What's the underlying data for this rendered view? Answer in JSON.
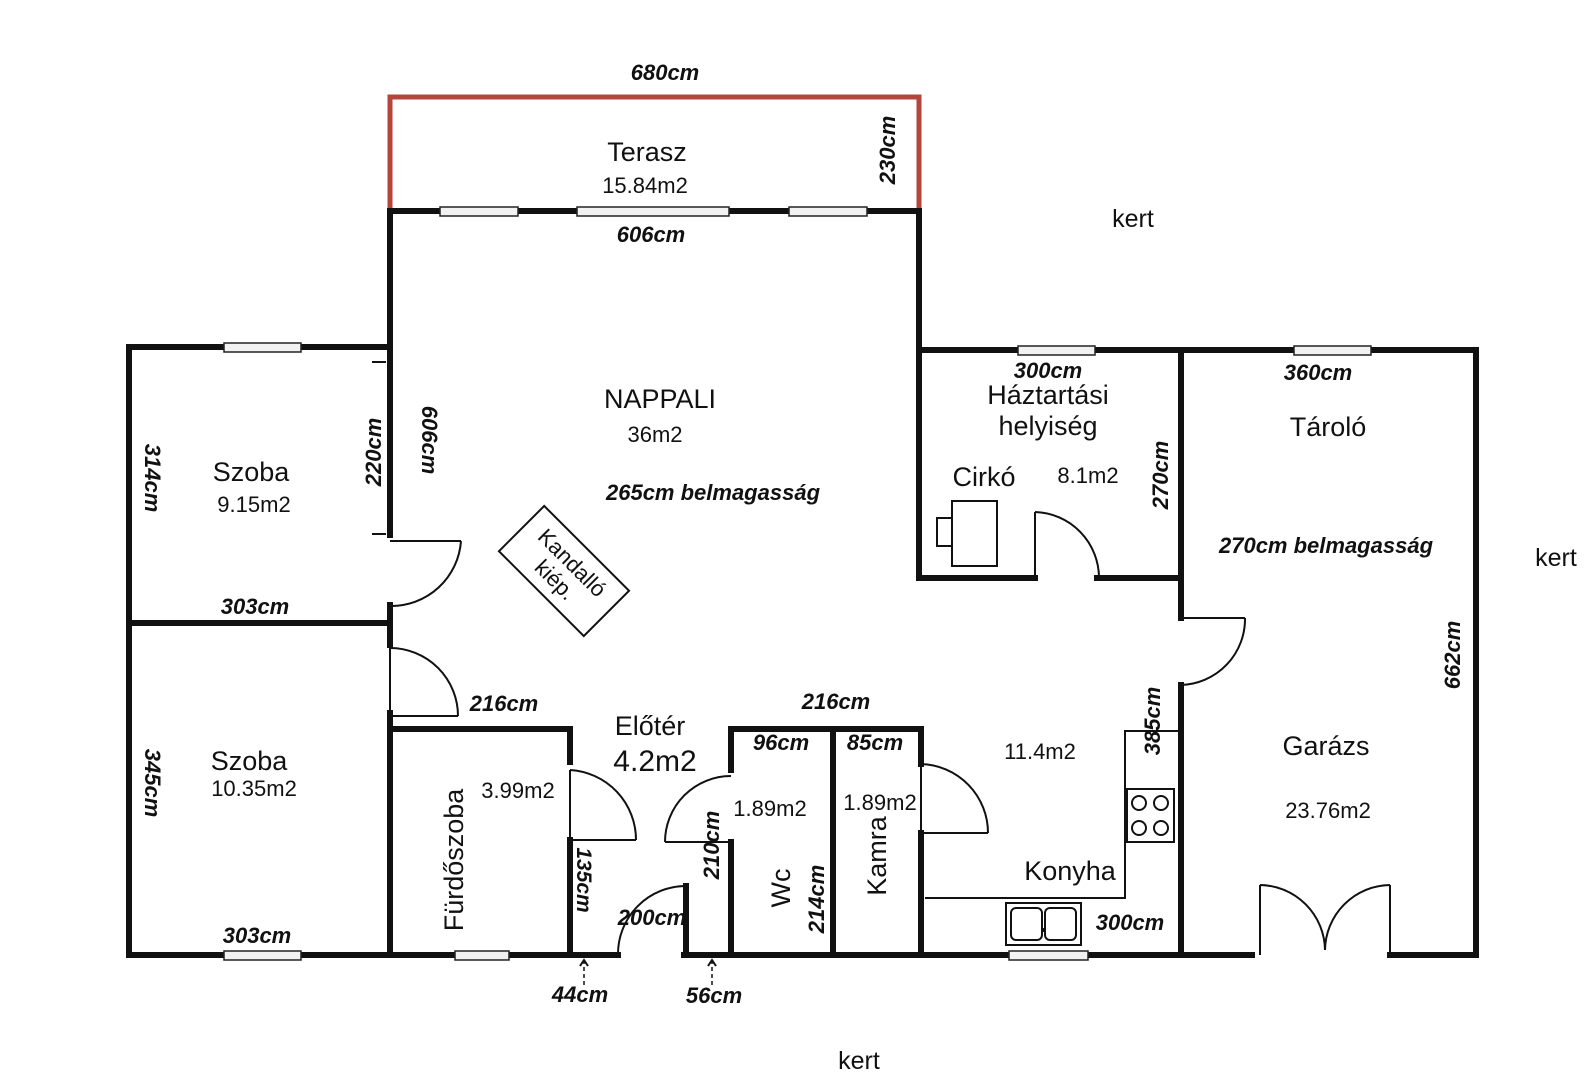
{
  "rooms": {
    "terasz": {
      "name": "Terasz",
      "area": "15.84m2"
    },
    "nappali": {
      "name": "NAPPALI",
      "area": "36m2",
      "ceiling": "265cm belmagasság"
    },
    "haztartasi": {
      "name_line1": "Háztartási",
      "name_line2": "helyiség",
      "area": "8.1m2",
      "boiler": "Cirkó"
    },
    "tarolo": {
      "name": "Tároló",
      "ceiling": "270cm belmagasság"
    },
    "garazs": {
      "name": "Garázs",
      "area": "23.76m2"
    },
    "szoba1": {
      "name": "Szoba",
      "area": "9.15m2"
    },
    "szoba2": {
      "name": "Szoba",
      "area": "10.35m2"
    },
    "furdoszoba": {
      "name": "Fürdőszoba",
      "area": "3.99m2"
    },
    "eloter": {
      "name": "Előtér",
      "area": "4.2m2"
    },
    "wc": {
      "name": "Wc",
      "area": "1.89m2"
    },
    "kamra": {
      "name": "Kamra",
      "area": "1.89m2"
    },
    "konyha": {
      "name": "Konyha",
      "area": "11.4m2"
    }
  },
  "fireplace": {
    "line1": "Kandalló",
    "line2": "kiép."
  },
  "garden": {
    "top": "kert",
    "right": "kert",
    "bottom": "kert"
  },
  "dimensions": {
    "terasz_width": "680cm",
    "terasz_depth": "230cm",
    "nappali_width": "606cm",
    "nappali_depth": "606cm",
    "haztartasi_width": "300cm",
    "haztartasi_depth": "270cm",
    "tarolo_width": "360cm",
    "garazs_depth": "662cm",
    "szoba1_depth": "314cm",
    "szoba1_door_wall": "220cm",
    "szoba1_width": "303cm",
    "szoba2_depth": "345cm",
    "szoba2_width": "303cm",
    "eloter_width_left": "216cm",
    "eloter_width_right": "216cm",
    "wc_width": "96cm",
    "kamra_width": "85cm",
    "konyha_depth": "385cm",
    "konyha_width": "300cm",
    "bath_wall": "135cm",
    "eloter_door_wall": "200cm",
    "wc_side": "210cm",
    "wc_depth": "214cm",
    "gap_left": "44cm",
    "gap_right": "56cm"
  }
}
